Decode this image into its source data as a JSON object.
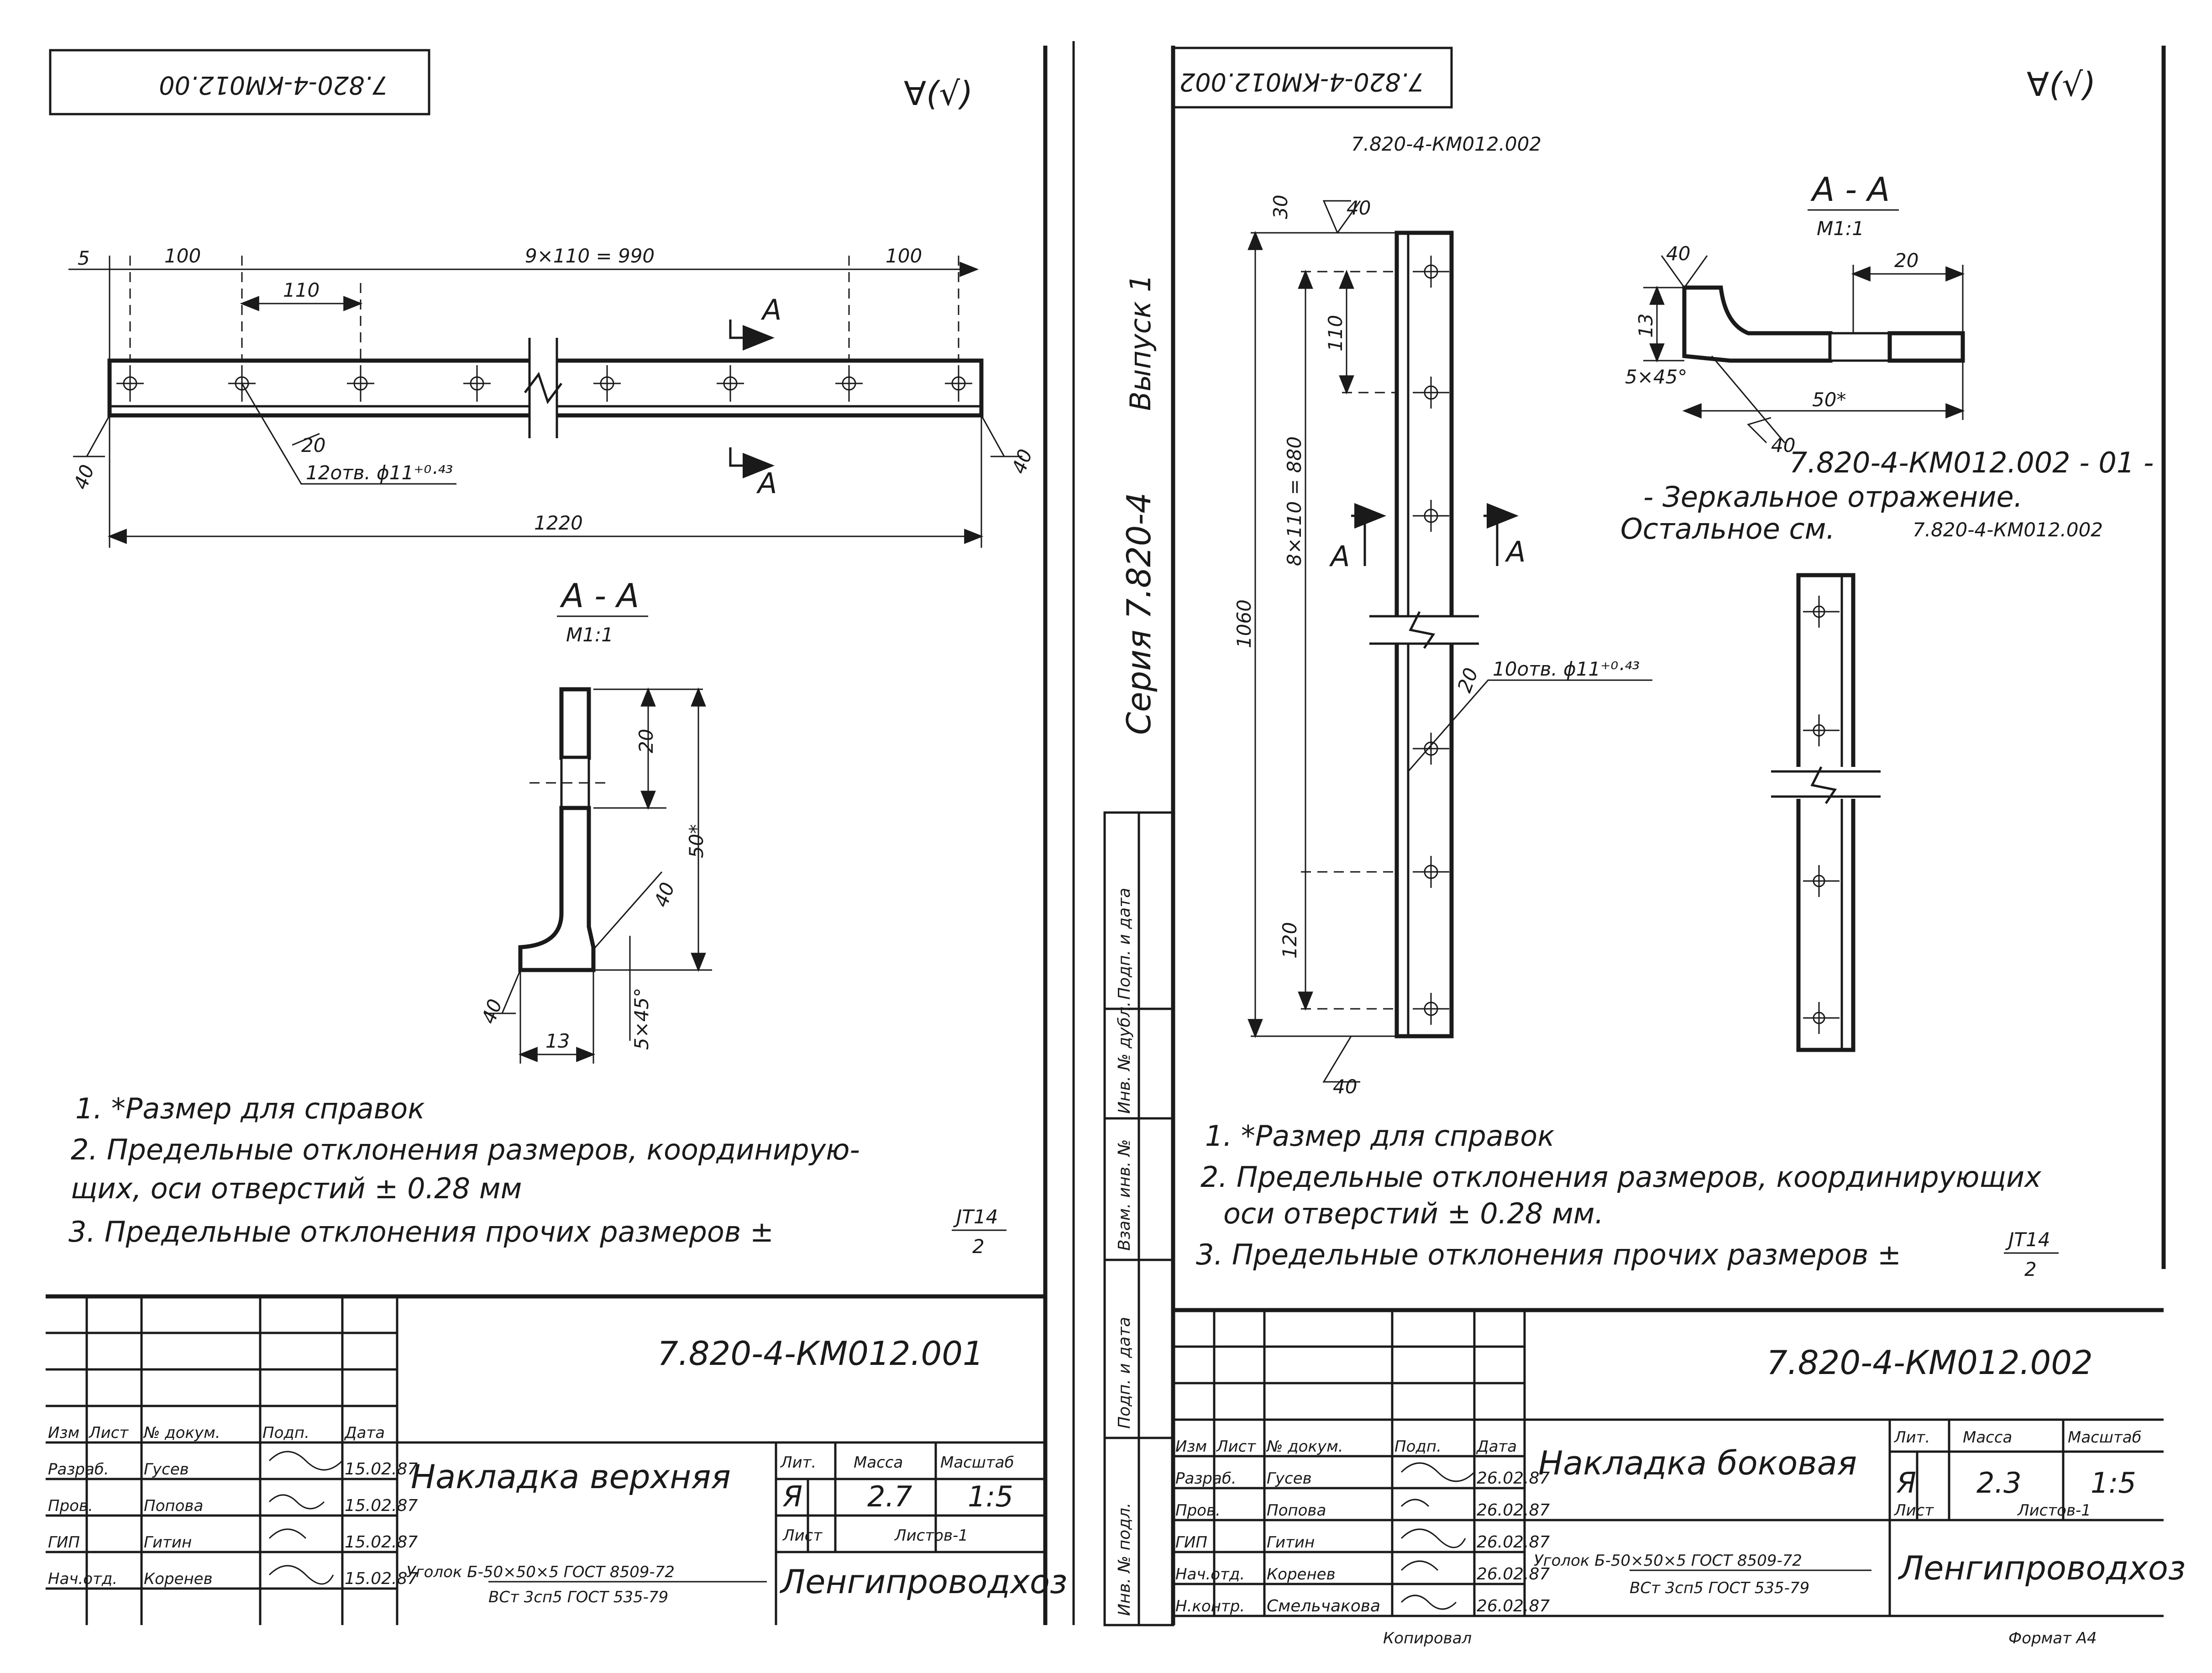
{
  "sheet_left": {
    "corner_code": "7.820-4-КМ012.00",
    "roughness": "∀(√)",
    "dims": {
      "d5": "5",
      "d100a": "100",
      "d110": "110",
      "d9x110": "9×110 = 990",
      "d100b": "100",
      "d1220": "1220",
      "d20": "20",
      "d40a": "40",
      "d40b": "40",
      "holes": "12отв. ϕ11⁺⁰·⁴³",
      "sec_a1": "А",
      "sec_a2": "А"
    },
    "section": {
      "title": "А - А",
      "scale": "М1:1",
      "d20": "20",
      "d50": "50*",
      "d40": "40",
      "d40b": "40",
      "d5x45": "5×45°",
      "d13": "13"
    },
    "notes": [
      "1. *Размер для справок",
      "2. Предельные отклонения размеров, координирую-",
      "щих, оси отверстий ± 0.28 мм",
      "3. Предельные отклонения прочих размеров ±"
    ],
    "tol_num": "JT14",
    "tol_den": "2",
    "title_block": {
      "doc_number": "7.820-4-КМ012.001",
      "part_name": "Накладка верхняя",
      "lit_label": "Лит.",
      "mass_label": "Масса",
      "scale_label": "Масштаб",
      "lit_value": "Я",
      "mass_value": "2.7",
      "scale_value": "1:5",
      "sheet_label": "Лист",
      "sheets_label": "Листов-1",
      "material_line1": "Уголок Б-50×50×5 ГОСТ 8509-72",
      "material_line2": "ВСт 3сп5 ГОСТ 535-79",
      "org": "Ленгипроводхоз",
      "headers": [
        "Изм",
        "Лист",
        "№ докум.",
        "Подп.",
        "Дата"
      ],
      "rows": [
        [
          "Разраб.",
          "Гусев",
          "",
          "15.02.87"
        ],
        [
          "Пров.",
          "Попова",
          "",
          "15.02.87"
        ],
        [
          "ГИП",
          "Гитин",
          "",
          "15.02.87"
        ],
        [
          "Нач.отд.",
          "Коренев",
          "",
          "15.02.87"
        ]
      ]
    }
  },
  "sheet_right": {
    "corner_code": "7.820-4-КМ012.002",
    "roughness": "∀(√)",
    "top_ref": "7.820-4-КМ012.002",
    "side_series": "Серия 7.820-4",
    "side_issue": "Выпуск 1",
    "stamp_cells": [
      "Подп. и дата",
      "Взам. инв. №",
      "Инв. № дубл.",
      "Подп. и дата",
      "Инв. № подл."
    ],
    "dims": {
      "d30": "30",
      "d40a": "40",
      "d110": "110",
      "d1060": "1060",
      "d8x110": "8×110 = 880",
      "d120": "120",
      "d20": "20",
      "d40b": "40",
      "holes": "10отв. ϕ11⁺⁰·⁴³",
      "sec_a1": "А",
      "sec_a2": "А"
    },
    "section": {
      "title": "А - А",
      "scale": "М1:1",
      "d40": "40",
      "d20": "20",
      "d13": "13",
      "d5x45": "5×45°",
      "d50": "50*",
      "d40b": "40"
    },
    "mirror_note_1": "7.820-4-КМ012.002 - 01 -",
    "mirror_note_2": "- Зеркальное отражение.",
    "mirror_note_3": "Остальное см.",
    "mirror_note_4": "7.820-4-КМ012.002",
    "notes": [
      "1. *Размер для справок",
      "2. Предельные отклонения размеров, координирующих",
      "оси отверстий ± 0.28 мм.",
      "3. Предельные отклонения прочих размеров ±"
    ],
    "tol_num": "JT14",
    "tol_den": "2",
    "title_block": {
      "doc_number": "7.820-4-КМ012.002",
      "part_name": "Накладка боковая",
      "lit_label": "Лит.",
      "mass_label": "Масса",
      "scale_label": "Масштаб",
      "lit_value": "Я",
      "mass_value": "2.3",
      "scale_value": "1:5",
      "sheet_label": "Лист",
      "sheets_label": "Листов-1",
      "material_line1": "Уголок Б-50×50×5 ГОСТ 8509-72",
      "material_line2": "ВСт 3сп5 ГОСТ 535-79",
      "org": "Ленгипроводхоз",
      "headers": [
        "Изм",
        "Лист",
        "№ докум.",
        "Подп.",
        "Дата"
      ],
      "rows": [
        [
          "Разраб.",
          "Гусев",
          "",
          "26.02.87"
        ],
        [
          "Пров.",
          "Попова",
          "",
          "26.02.87"
        ],
        [
          "ГИП",
          "Гитин",
          "",
          "26.02.87"
        ],
        [
          "Нач.отд.",
          "Коренев",
          "",
          "26.02.87"
        ],
        [
          "Н.контр.",
          "Смельчакова",
          "",
          "26.02.87"
        ]
      ]
    },
    "footer_copy": "Копировал",
    "footer_format": "Формат А4"
  }
}
